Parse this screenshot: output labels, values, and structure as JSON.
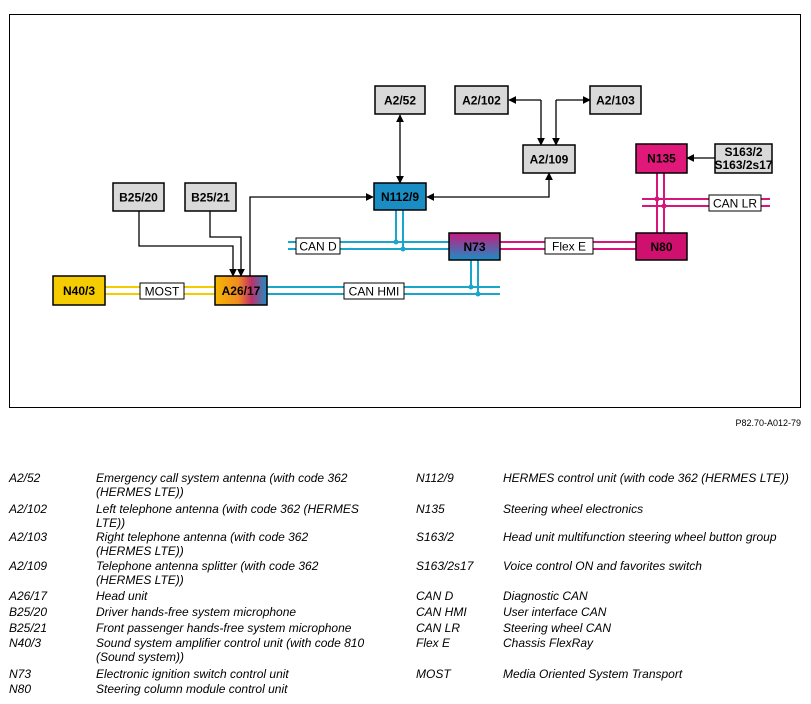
{
  "figure_ref": "P82.70-A012-79",
  "nodes": [
    {
      "id": "A2/52",
      "label": "A2/52",
      "color": "#d9d9d9"
    },
    {
      "id": "A2/102",
      "label": "A2/102",
      "color": "#d9d9d9"
    },
    {
      "id": "A2/103",
      "label": "A2/103",
      "color": "#d9d9d9"
    },
    {
      "id": "A2/109",
      "label": "A2/109",
      "color": "#d9d9d9"
    },
    {
      "id": "B25/20",
      "label": "B25/20",
      "color": "#d9d9d9"
    },
    {
      "id": "B25/21",
      "label": "B25/21",
      "color": "#d9d9d9"
    },
    {
      "id": "N112/9",
      "label": "N112/9",
      "color": "#1a8ec4"
    },
    {
      "id": "N135",
      "label": "N135",
      "color": "#e0187a"
    },
    {
      "id": "S163",
      "label": "S163/2",
      "label2": "S163/2s17",
      "color": "#d9d9d9"
    },
    {
      "id": "N73",
      "label": "N73",
      "color": "#a0309a"
    },
    {
      "id": "N80",
      "label": "N80",
      "color": "#d0106e"
    },
    {
      "id": "N40/3",
      "label": "N40/3",
      "color": "#f5cc00"
    },
    {
      "id": "A26/17",
      "label": "A26/17",
      "color": "#f0a020"
    }
  ],
  "buses": [
    {
      "id": "CAN D",
      "label": "CAN D",
      "color": "#1aa6cc"
    },
    {
      "id": "CAN HMI",
      "label": "CAN HMI",
      "color": "#1aa6cc"
    },
    {
      "id": "CAN LR",
      "label": "CAN LR",
      "color": "#d8157a"
    },
    {
      "id": "Flex E",
      "label": "Flex E",
      "color": "#d8157a"
    },
    {
      "id": "MOST",
      "label": "MOST",
      "color": "#f5cc00"
    }
  ],
  "legend_left": [
    {
      "code": "A2/52",
      "desc": "Emergency call system antenna (with code 362 (HERMES LTE))"
    },
    {
      "code": "A2/102",
      "desc": "Left telephone antenna (with code 362 (HERMES LTE))"
    },
    {
      "code": "A2/103",
      "desc": "Right telephone antenna (with code 362 (HERMES LTE))"
    },
    {
      "code": "A2/109",
      "desc": "Telephone antenna splitter (with code 362 (HERMES LTE))"
    },
    {
      "code": "A26/17",
      "desc": "Head unit"
    },
    {
      "code": "B25/20",
      "desc": "Driver hands-free system microphone"
    },
    {
      "code": "B25/21",
      "desc": "Front passenger hands-free system microphone"
    },
    {
      "code": "N40/3",
      "desc": "Sound system amplifier control unit (with code 810 (Sound system))"
    },
    {
      "code": "N73",
      "desc": "Electronic ignition switch control unit"
    },
    {
      "code": "N80",
      "desc": "Steering column module control unit"
    }
  ],
  "legend_right": [
    {
      "code": "N112/9",
      "desc": "HERMES control unit (with code 362 (HERMES LTE))"
    },
    {
      "code": "N135",
      "desc": "Steering wheel electronics"
    },
    {
      "code": "S163/2",
      "desc": "Head unit multifunction steering wheel button group"
    },
    {
      "code": "S163/2s17",
      "desc": "Voice control ON and favorites switch"
    },
    {
      "code": "CAN D",
      "desc": "Diagnostic CAN"
    },
    {
      "code": "CAN HMI",
      "desc": "User interface CAN"
    },
    {
      "code": "CAN LR",
      "desc": "Steering wheel CAN"
    },
    {
      "code": "Flex E",
      "desc": "Chassis FlexRay"
    },
    {
      "code": "MOST",
      "desc": "Media Oriented System Transport"
    }
  ]
}
